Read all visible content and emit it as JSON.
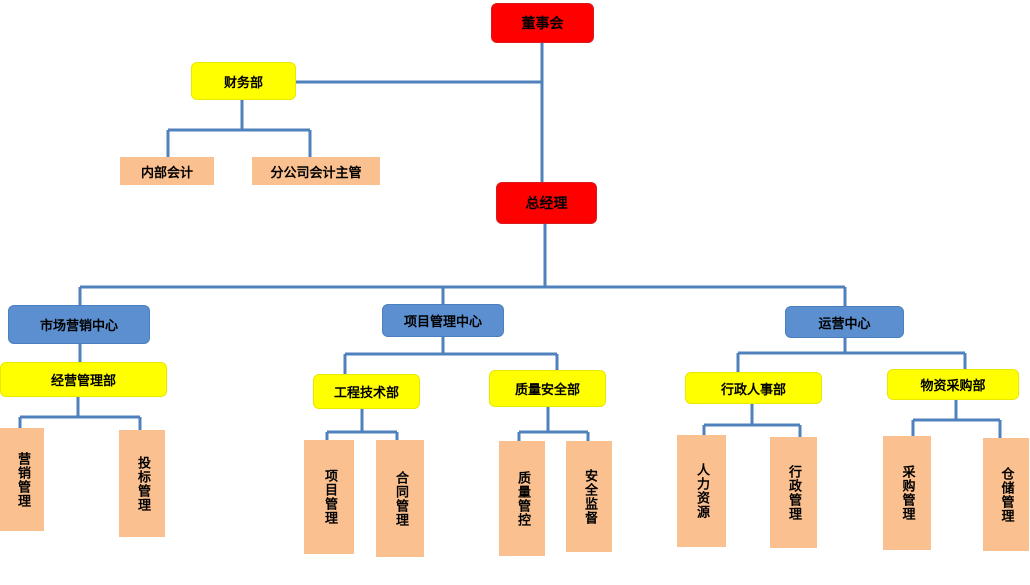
{
  "colors": {
    "top": "#ff0000",
    "dept": "#ffff00",
    "center": "#5b8fd0",
    "leaf": "#fac090",
    "connector": "#4f81bd"
  },
  "nodes": {
    "board": "董事会",
    "finance": "财务部",
    "internal_accounting": "内部会计",
    "branch_accounting": "分公司会计主管",
    "gm": "总经理",
    "marketing_center": "市场营销中心",
    "project_center": "项目管理中心",
    "operations_center": "运营中心",
    "business_dept": "经营管理部",
    "sales_mgmt": "营销管理",
    "bid_mgmt": "投标管理",
    "engineering_dept": "工程技术部",
    "project_mgmt": "项目管理",
    "contract_mgmt": "合同管理",
    "quality_dept": "质量安全部",
    "quality_control": "质量管控",
    "safety_supervision": "安全监督",
    "admin_hr_dept": "行政人事部",
    "hr": "人力资源",
    "admin_mgmt": "行政管理",
    "procurement_dept": "物资采购部",
    "purchase_mgmt": "采购管理",
    "warehouse_mgmt": "仓储管理"
  }
}
